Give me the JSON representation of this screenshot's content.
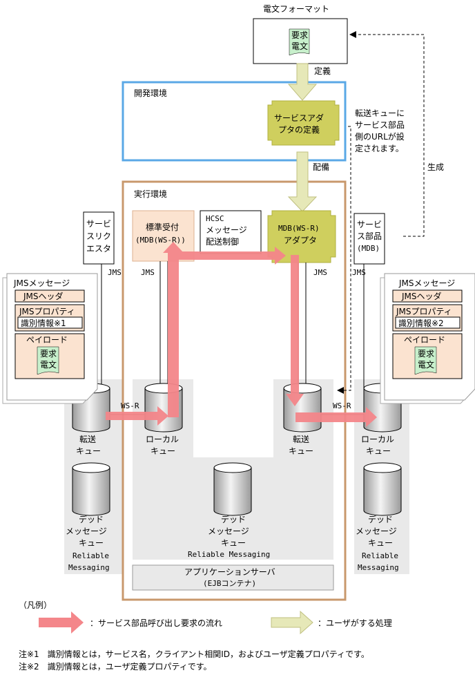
{
  "format_box": {
    "title": "電文フォーマット",
    "req_line1": "要求",
    "req_line2": "電文"
  },
  "arrow_labels": {
    "define": "定義",
    "deploy": "配備",
    "generate": "生成",
    "wsr_left": "WS-R",
    "wsr_right": "WS-R"
  },
  "dev_env": {
    "title": "開発環境",
    "adapter_line1": "サービスアダ",
    "adapter_line2": "プタの定義"
  },
  "note_text": [
    "転送キューに",
    "サービス部品",
    "側のURLが設",
    "定されます。"
  ],
  "runtime_env": {
    "title": "実行環境"
  },
  "std_receiver": {
    "line1": "標準受付",
    "line2": "(MDB(WS-R))"
  },
  "hcsc_box": {
    "line1": "HCSC",
    "line2": "メッセージ",
    "line3": "配送制御"
  },
  "mdb_adapter": {
    "line1": "MDB(WS-R)",
    "line2": "アダプタ"
  },
  "requester": {
    "lines": [
      "サービ",
      "スリク",
      "エスタ"
    ],
    "jms": "JMS"
  },
  "service_part": {
    "lines": [
      "サービ",
      "ス部品",
      "(MDB)"
    ],
    "jms": "JMS"
  },
  "jms_labels": {
    "std": "JMS",
    "adapter": "JMS"
  },
  "jms_message_left": {
    "title": "JMSメッセージ",
    "header": "JMSヘッダ",
    "property": "JMSプロパティ",
    "id_info": "識別情報※1",
    "payload": "ペイロード",
    "req_line1": "要求",
    "req_line2": "電文"
  },
  "jms_message_right": {
    "title": "JMSメッセージ",
    "header": "JMSヘッダ",
    "property": "JMSプロパティ",
    "id_info": "識別情報※2",
    "payload": "ペイロード",
    "req_line1": "要求",
    "req_line2": "電文"
  },
  "queues": {
    "left_transfer": [
      "転送",
      "キュー"
    ],
    "left_local": [
      "ローカル",
      "キュー"
    ],
    "right_transfer": [
      "転送",
      "キュー"
    ],
    "right_local": [
      "ローカル",
      "キュー"
    ],
    "dead_left": [
      "デッド",
      "メッセージ",
      "キュー"
    ],
    "dead_center": [
      "デッド",
      "メッセージ",
      "キュー"
    ],
    "dead_right": [
      "デッド",
      "メッセージ",
      "キュー"
    ]
  },
  "reliable_messaging": {
    "left": [
      "Reliable",
      "Messaging"
    ],
    "center": "Reliable Messaging",
    "right": [
      "Reliable",
      "Messaging"
    ]
  },
  "app_server": {
    "line1": "アプリケーションサーバ",
    "line2": "(EJBコンテナ)"
  },
  "legend": {
    "title": "（凡例）",
    "red_arrow": "：サービス部品呼び出し要求の流れ",
    "yellow_arrow": "：ユーザがする処理"
  },
  "notes": {
    "note1": "注※1　識別情報とは，サービス名，クライアント相関ID，およびユーザ定義プロパティです。",
    "note2": "注※2　識別情報とは，ユーザ定義プロパティです。"
  },
  "colors": {
    "flow_red": "#f4868a",
    "user_yellow": "#e6e8b8",
    "adapter_olive": "#cfcf5e",
    "dev_blue": "#5aa8e6",
    "runtime_brown": "#c8986c",
    "gray_bg": "#e9e9e9",
    "peach": "#fbe3d0",
    "green_doc": "#c8f0cc"
  }
}
